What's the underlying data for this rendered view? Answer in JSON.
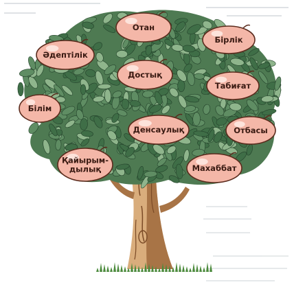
{
  "colors": {
    "fruit_fill": "#f4b7a8",
    "fruit_stroke": "#5a2a1c",
    "leaf_dark": "#3f6e47",
    "leaf_mid": "#5f8d63",
    "leaf_light": "#8fb58c",
    "canopy_base": "#4e7a52",
    "trunk": "#d9ad7c",
    "trunk_shade": "#a87446",
    "grass": "#4b8a3c"
  },
  "fruits": [
    {
      "id": "otan",
      "label": "Отан"
    },
    {
      "id": "birlik",
      "label": "Бірлік"
    },
    {
      "id": "adeptilik",
      "label": "Әдептілік"
    },
    {
      "id": "dostyq",
      "label": "Достық"
    },
    {
      "id": "tabigat",
      "label": "Табиғат"
    },
    {
      "id": "bilim",
      "label": "Білім"
    },
    {
      "id": "densaulyq",
      "label": "Денсаулық"
    },
    {
      "id": "otbasy",
      "label": "Отбасы"
    },
    {
      "id": "qaiyrymdylyq",
      "label": "Қайырым-\nдылық"
    },
    {
      "id": "mahabbat",
      "label": "Махаббат"
    }
  ]
}
